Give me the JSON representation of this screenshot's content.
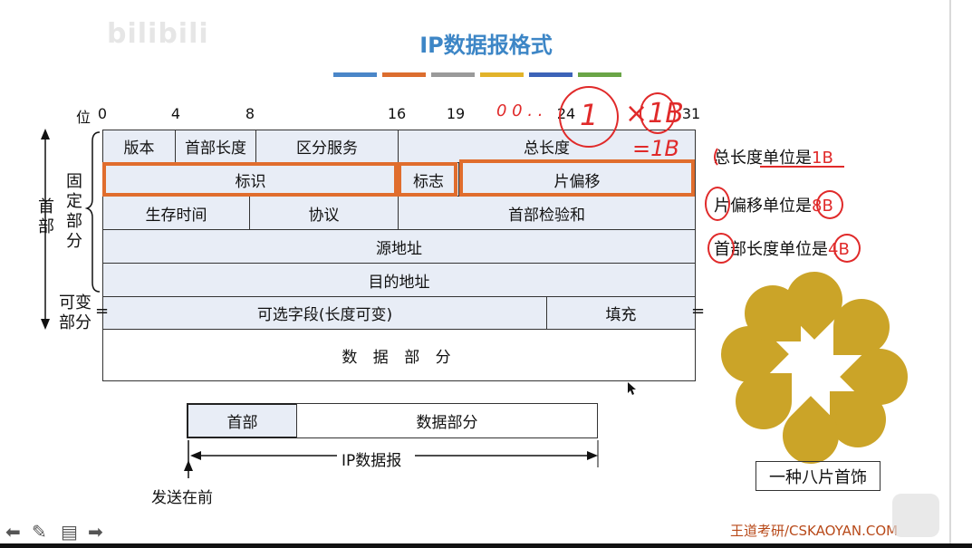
{
  "watermark": "bilibili",
  "title": "IP数据报格式",
  "colors": {
    "bar": [
      "#4a86c8",
      "#dc6d2e",
      "#9a9a9a",
      "#e2b32a",
      "#3c63b8",
      "#6aa547"
    ],
    "highlight": "#e06d2d",
    "ink_red": "#e02a2a",
    "cell_fill": "#e8edf6",
    "ornament": "#cba428"
  },
  "ruler": {
    "label": "位",
    "ticks": [
      "0",
      "4",
      "8",
      "16",
      "19",
      "24",
      "31"
    ]
  },
  "header_side": {
    "outer": "首部",
    "fixed": "固定部分",
    "variable": "可变部分"
  },
  "rows": {
    "r1": [
      "版本",
      "首部长度",
      "区分服务",
      "总长度"
    ],
    "r2": [
      "标识",
      "标志",
      "片偏移"
    ],
    "r3": [
      "生存时间",
      "协议",
      "首部检验和"
    ],
    "r4": "源地址",
    "r5": "目的地址",
    "r6": [
      "可选字段(长度可变)",
      "填充"
    ],
    "data": "数 据 部 分"
  },
  "eq_mark": "=",
  "packet": {
    "header": "首部",
    "data": "数据部分",
    "span_label": "IP数据报",
    "send_first": "发送在前"
  },
  "annotations": {
    "ink_top": "0 0 . .",
    "ink_one": "1",
    "ink_times": "×1B",
    "ink_eq": "=1B",
    "unit_total_prefix": "总长度单位是",
    "unit_total_val": "1B",
    "unit_frag_prefix": "片偏移单位是",
    "unit_frag_val": "8B",
    "unit_header_prefix": "首部长度单位是",
    "unit_header_val": "4B"
  },
  "ornament_caption": "一种八片首饰",
  "footer_brand": "王道考研/CSKAOYAN.COM",
  "toolbar_icons": [
    "arrow-left-icon",
    "pen-icon",
    "menu-icon",
    "arrow-right-icon"
  ]
}
